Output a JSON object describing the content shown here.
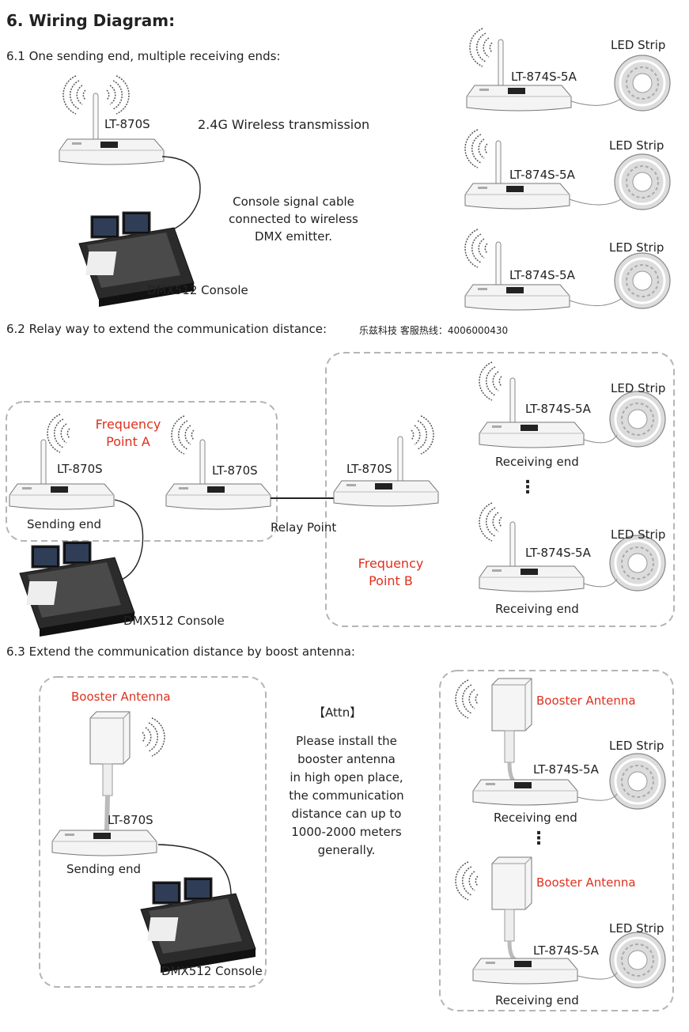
{
  "heading": "6.  Wiring Diagram:",
  "s1": {
    "title": "6.1  One sending end, multiple receiving ends:",
    "sender_label": "LT-870S",
    "wireless": "2.4G Wireless transmission",
    "cable_note": [
      "Console signal cable",
      "connected to wireless",
      "DMX emitter."
    ],
    "console": "DMX512 Console",
    "receiver_label": "LT-874S-5A",
    "strip_label": "LED Strip"
  },
  "s2": {
    "title": "6.2  Relay way to extend the communication distance:",
    "hotline": "乐兹科技 客服热线：4006000430",
    "freq_a": [
      "Frequency",
      "Point A"
    ],
    "freq_b": [
      "Frequency",
      "Point B"
    ],
    "sender_label": "LT-870S",
    "sending_end": "Sending end",
    "relay_point": "Relay Point",
    "console": "DMX512 Console",
    "receiver_label": "LT-874S-5A",
    "receiving_end": "Receiving end",
    "strip_label": "LED Strip",
    "dots": "⋮"
  },
  "s3": {
    "title": "6.3  Extend the communication distance by boost antenna:",
    "booster": "Booster Antenna",
    "sender_label": "LT-870S",
    "sending_end": "Sending end",
    "console": "DMX512 Console",
    "attn_title": "【Attn】",
    "attn_body": [
      "Please install the",
      "booster antenna",
      "in high open place,",
      "the communication",
      "distance can up to",
      "1000-2000 meters",
      "generally."
    ],
    "receiver_label": "LT-874S-5A",
    "receiving_end": "Receiving end",
    "strip_label": "LED Strip",
    "dots": "⋮"
  },
  "colors": {
    "accent_red": "#e0301e",
    "device_fill": "#f2f2f2",
    "dash": "#b5b5b5"
  }
}
